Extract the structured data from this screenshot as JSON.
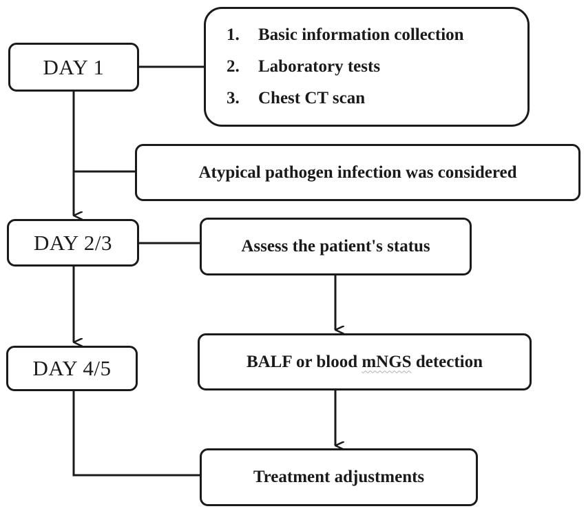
{
  "days": {
    "day1": "DAY 1",
    "day23": "DAY 2/3",
    "day45": "DAY 4/5"
  },
  "initial_steps": {
    "items": [
      {
        "number": "1.",
        "label": "Basic information collection"
      },
      {
        "number": "2.",
        "label": "Laboratory tests"
      },
      {
        "number": "3.",
        "label": "Chest CT scan"
      }
    ]
  },
  "consideration": "Atypical pathogen infection was considered",
  "assess": "Assess the patient's status",
  "detection": {
    "prefix": "BALF or blood ",
    "term": "mNGS",
    "suffix": " detection"
  },
  "treatment": "Treatment adjustments",
  "colors": {
    "line": "#1a1a1a",
    "background": "#ffffff",
    "spellcheck_underline": "#b0b0b0"
  }
}
